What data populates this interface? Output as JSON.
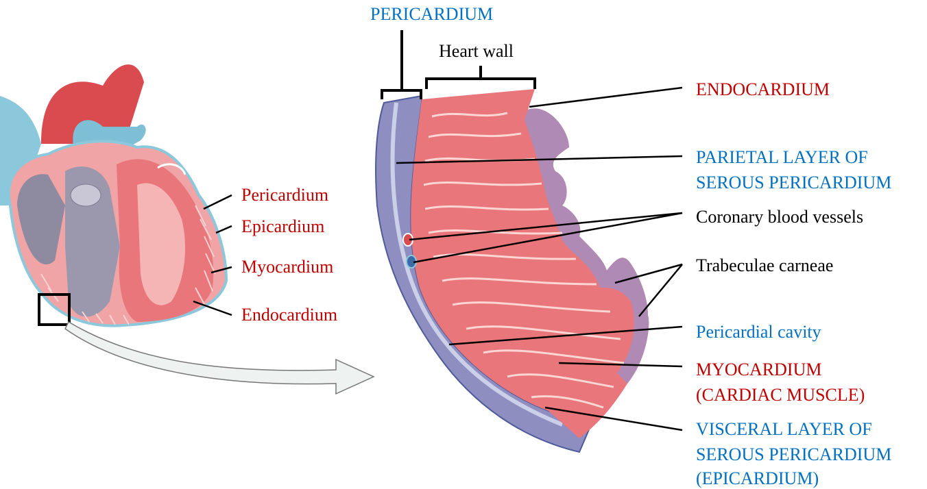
{
  "top_labels": {
    "pericardium": "PERICARDIUM",
    "heart_wall": "Heart wall"
  },
  "left_labels": {
    "pericardium": "Pericardium",
    "epicardium": "Epicardium",
    "myocardium": "Myocardium",
    "endocardium": "Endocardium"
  },
  "right_labels": {
    "endocardium": "ENDOCARDIUM",
    "parietal_line1": "PARIETAL LAYER OF",
    "parietal_line2": "SEROUS PERICARDIUM",
    "coronary": "Coronary blood vessels",
    "trabeculae": "Trabeculae carneae",
    "pericardial_cavity": "Pericardial cavity",
    "myocardium_line1": "MYOCARDIUM",
    "myocardium_line2": "(CARDIAC MUSCLE)",
    "visceral_line1": "VISCERAL LAYER OF",
    "visceral_line2": "SEROUS PERICARDIUM",
    "visceral_line3": "(EPICARDIUM)"
  },
  "colors": {
    "red_label": "#c00000",
    "blue_label": "#0070c0",
    "muscle": "#e8767a",
    "muscle_light": "#f4b5b4",
    "vessel_blue": "#8cc8dc",
    "chamber_gray": "#8e8aa0"
  }
}
